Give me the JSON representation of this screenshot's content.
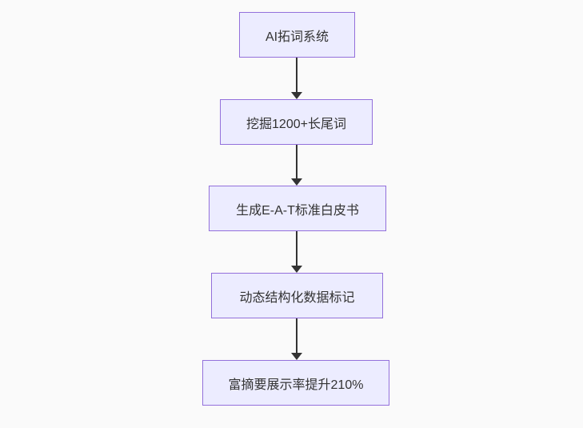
{
  "canvas": {
    "background": "#fafafa"
  },
  "chart_data": {
    "type": "flowchart",
    "direction": "top-down",
    "nodes": [
      {
        "id": "A",
        "label": "AI拓词系统"
      },
      {
        "id": "B",
        "label": "挖掘1200+长尾词"
      },
      {
        "id": "C",
        "label": "生成E-A-T标准白皮书"
      },
      {
        "id": "D",
        "label": "动态结构化数据标记"
      },
      {
        "id": "E",
        "label": "富摘要展示率提升210%"
      }
    ],
    "edges": [
      {
        "from": "A",
        "to": "B"
      },
      {
        "from": "B",
        "to": "C"
      },
      {
        "from": "C",
        "to": "D"
      },
      {
        "from": "D",
        "to": "E"
      }
    ],
    "colors": {
      "node_fill": "#ececff",
      "node_border": "#9370db",
      "node_text": "#333333",
      "arrow": "#333333"
    }
  }
}
